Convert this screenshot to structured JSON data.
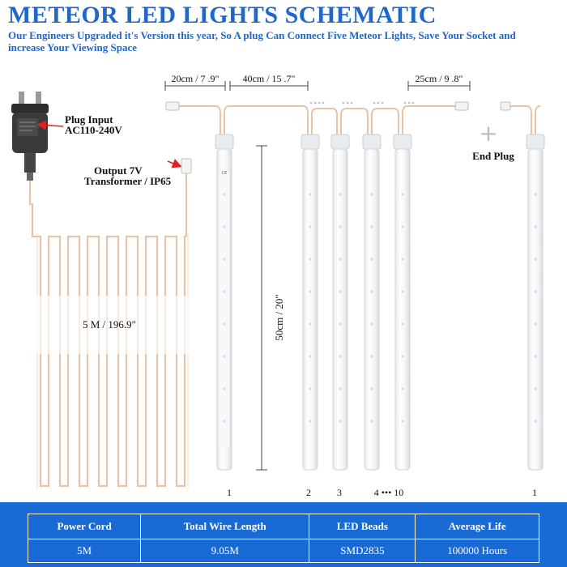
{
  "title": "METEOR LED LIGHTS SCHEMATIC",
  "subtitle": "Our Engineers Upgraded it's Version this year, So A plug Can Connect Five Meteor Lights, Save Your Socket and increase Your Viewing Space",
  "labels": {
    "plug_input_line1": "Plug Input",
    "plug_input_line2": "AC110-240V",
    "output_line1": "Output 7V",
    "output_line2": "Transformer / IP65",
    "cord_length": "5 M / 196.9\"",
    "tube_length": "50cm / 20\"",
    "dim_20cm": "20cm / 7 .9\"",
    "dim_40cm": "40cm / 15 .7\"",
    "dim_25cm": "25cm / 9 .8\"",
    "end_plug": "End Plug",
    "plus": "+"
  },
  "tube_numbers": [
    "1",
    "2",
    "3",
    "4 ••• 10",
    "1"
  ],
  "specs": {
    "headers": [
      "Power Cord",
      "Total Wire Length",
      "LED Beads",
      "Average Life"
    ],
    "values": [
      "5M",
      "9.05M",
      "SMD2835",
      "100000 Hours"
    ]
  },
  "colors": {
    "title": "#1f67c9",
    "table_bg": "#1a6ad6",
    "wire": "#e9c3a6",
    "arrow": "#e02020"
  }
}
